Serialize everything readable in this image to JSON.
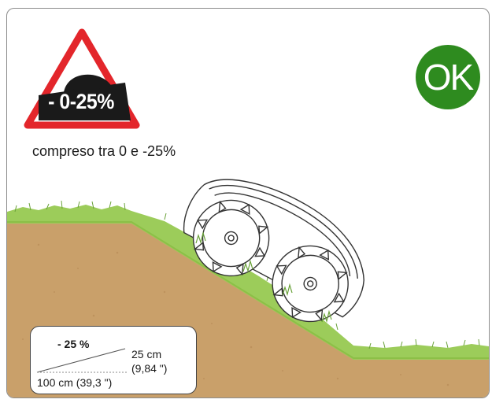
{
  "sign": {
    "label": "- 0-25%",
    "border_color": "#e3262b"
  },
  "status": {
    "label": "OK",
    "color": "#2e8b1f"
  },
  "caption": "compreso tra 0 e -25%",
  "slope_info": {
    "percent": "- 25 %",
    "rise_cm": "25 cm",
    "rise_in": "(9,84 \")",
    "run": "100 cm (39,3 \")"
  },
  "colors": {
    "soil": "#c9a06a",
    "grass": "#9ccc5a",
    "grass_dark": "#6aa23a"
  },
  "icons": {
    "sign": "mower-on-slope-warning-icon",
    "mower": "robotic-mower-illustration"
  }
}
